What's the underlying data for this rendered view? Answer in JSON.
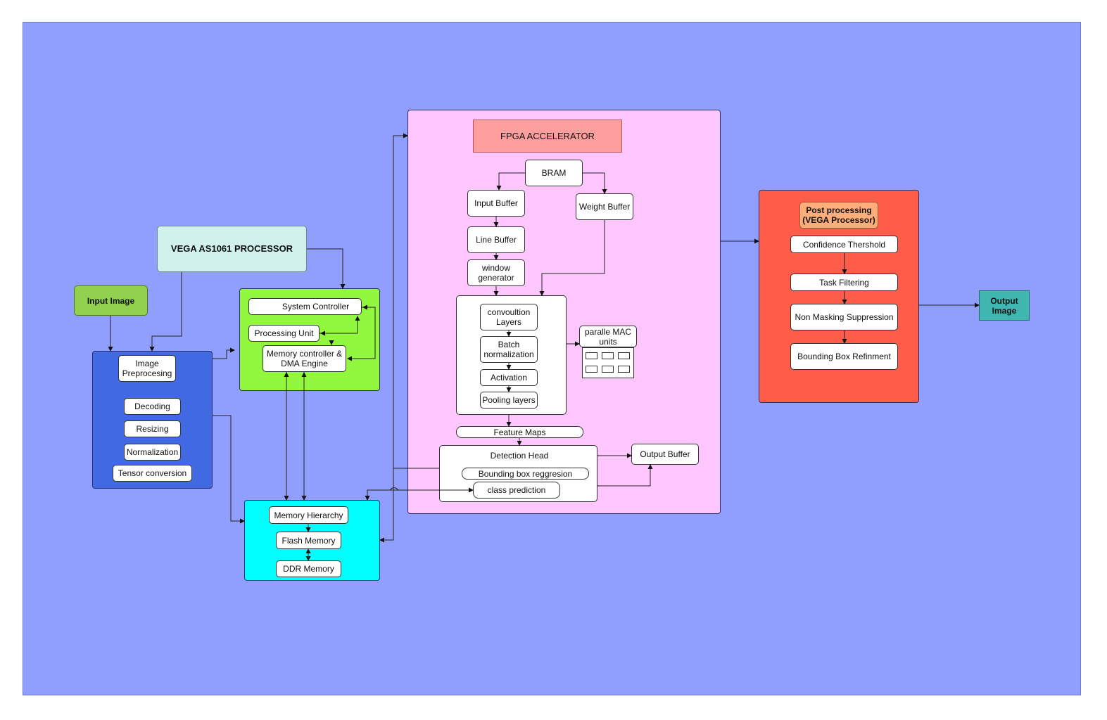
{
  "colors": {
    "canvas": "#909ffd",
    "input_image": "#92d050",
    "vega_processor": "#d1f1ec",
    "preprocessing_region": "#4169e1",
    "controller_region": "#92f73f",
    "memory_region": "#00ffff",
    "fpga_region": "#ffc6ff",
    "fpga_title": "#ff9e9e",
    "postprocessing_region": "#ff5c4a",
    "postprocessing_title": "#ffad7a",
    "output_image": "#3fb7b0"
  },
  "nodes": {
    "input_image": "Input Image",
    "vega_processor": "VEGA AS1061 PROCESSOR",
    "image_preprocessing": "Image\nPreprocesing",
    "decoding": "Decoding",
    "resizing": "Resizing",
    "normalization": "Normalization",
    "tensor_conversion": "Tensor conversion",
    "system_controller": "System Controller",
    "processing_unit": "Processing Unit",
    "memory_controller": "Memory controller &\nDMA  Engine",
    "memory_hierarchy": "Memory Hierarchy",
    "flash_memory": "Flash Memory",
    "ddr_memory": "DDR Memory",
    "fpga_accelerator": "FPGA ACCELERATOR",
    "bram": "BRAM",
    "input_buffer": "Input Buffer",
    "weight_buffer": "Weight Buffer",
    "line_buffer": "Line Buffer",
    "window_generator": "window\ngenerator",
    "convolution_layers": "convoultion\nLayers",
    "batch_normalization": "Batch\nnormalization",
    "activation": "Activation",
    "pooling_layers": "Pooling layers",
    "parallel_mac_units": "paralle MAC\nunits",
    "feature_maps": "Feature Maps",
    "detection_head": "Detection Head",
    "bounding_box_regression": "Bounding box reggresion",
    "class_prediction": "class prediction",
    "output_buffer": "Output Buffer",
    "post_processing": "Post processing\n(VEGA Processor)",
    "confidence_threshold": "Confidence Thershold",
    "task_filtering": "Task Filtering",
    "non_masking_suppression": "Non Masking Suppression",
    "bounding_box_refinement": "Bounding Box Refinment",
    "output_image": "Output\nImage"
  }
}
